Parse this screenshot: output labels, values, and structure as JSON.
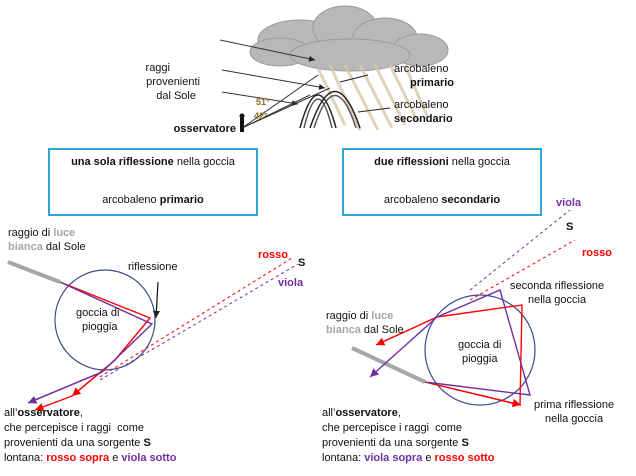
{
  "top": {
    "rays_label": [
      "raggi",
      "provenienti",
      "dal Sole"
    ],
    "observer_label": "osservatore",
    "angle_51": "51°",
    "angle_42": "42°",
    "primary_label": [
      "arcobaleno",
      "primario"
    ],
    "secondary_label": [
      "arcobaleno",
      "secondario"
    ]
  },
  "left_box": {
    "line1_bold": "una sola riflessione",
    "line1_rest": " nella goccia",
    "line2_plain": "arcobaleno ",
    "line2_bold": "primario"
  },
  "right_box": {
    "line1_bold": "due riflessioni",
    "line1_rest": " nella goccia",
    "line2_plain": "arcobaleno ",
    "line2_bold": "secondario"
  },
  "left_diagram": {
    "ray_text": [
      "raggio di ",
      "luce",
      "bianca",
      " dal Sole"
    ],
    "drop_label": [
      "goccia di",
      "pioggia"
    ],
    "reflection_label": "riflessione",
    "red_label": "rosso",
    "s_label": "S",
    "violet_label": "viola",
    "bottom": {
      "l1a": "all’",
      "l1b": "osservatore",
      "l1c": ",",
      "l2": "che percepisce i raggi  come",
      "l3a": "provenienti da una sorgente ",
      "l3b": "S",
      "l4a": "lontana: ",
      "l4b": "rosso sopra",
      "l4c": " e ",
      "l4d": "viola sotto"
    }
  },
  "right_diagram": {
    "ray_text": [
      "raggio di ",
      "luce",
      "bianca",
      " dal Sole"
    ],
    "drop_label": [
      "goccia di",
      "pioggia"
    ],
    "second_reflection": [
      "seconda riflessione",
      "nella goccia"
    ],
    "first_reflection": [
      "prima riflessione",
      "nella goccia"
    ],
    "violet_label": "viola",
    "s_label": "S",
    "red_label": "rosso",
    "bottom": {
      "l1a": "all’",
      "l1b": "osservatore",
      "l1c": ",",
      "l2": "che percepisce i raggi  come",
      "l3a": "provenienti da una sorgente ",
      "l3b": "S",
      "l4a": "lontana: ",
      "l4b": "viola  sopra",
      "l4c": " e ",
      "l4d": "rosso sotto"
    }
  },
  "colors": {
    "red": "#ff0000",
    "violet": "#7030a0",
    "box_border": "#2aa7d6",
    "drop": "#3b4a8f",
    "grey": "#a6a6a6"
  }
}
